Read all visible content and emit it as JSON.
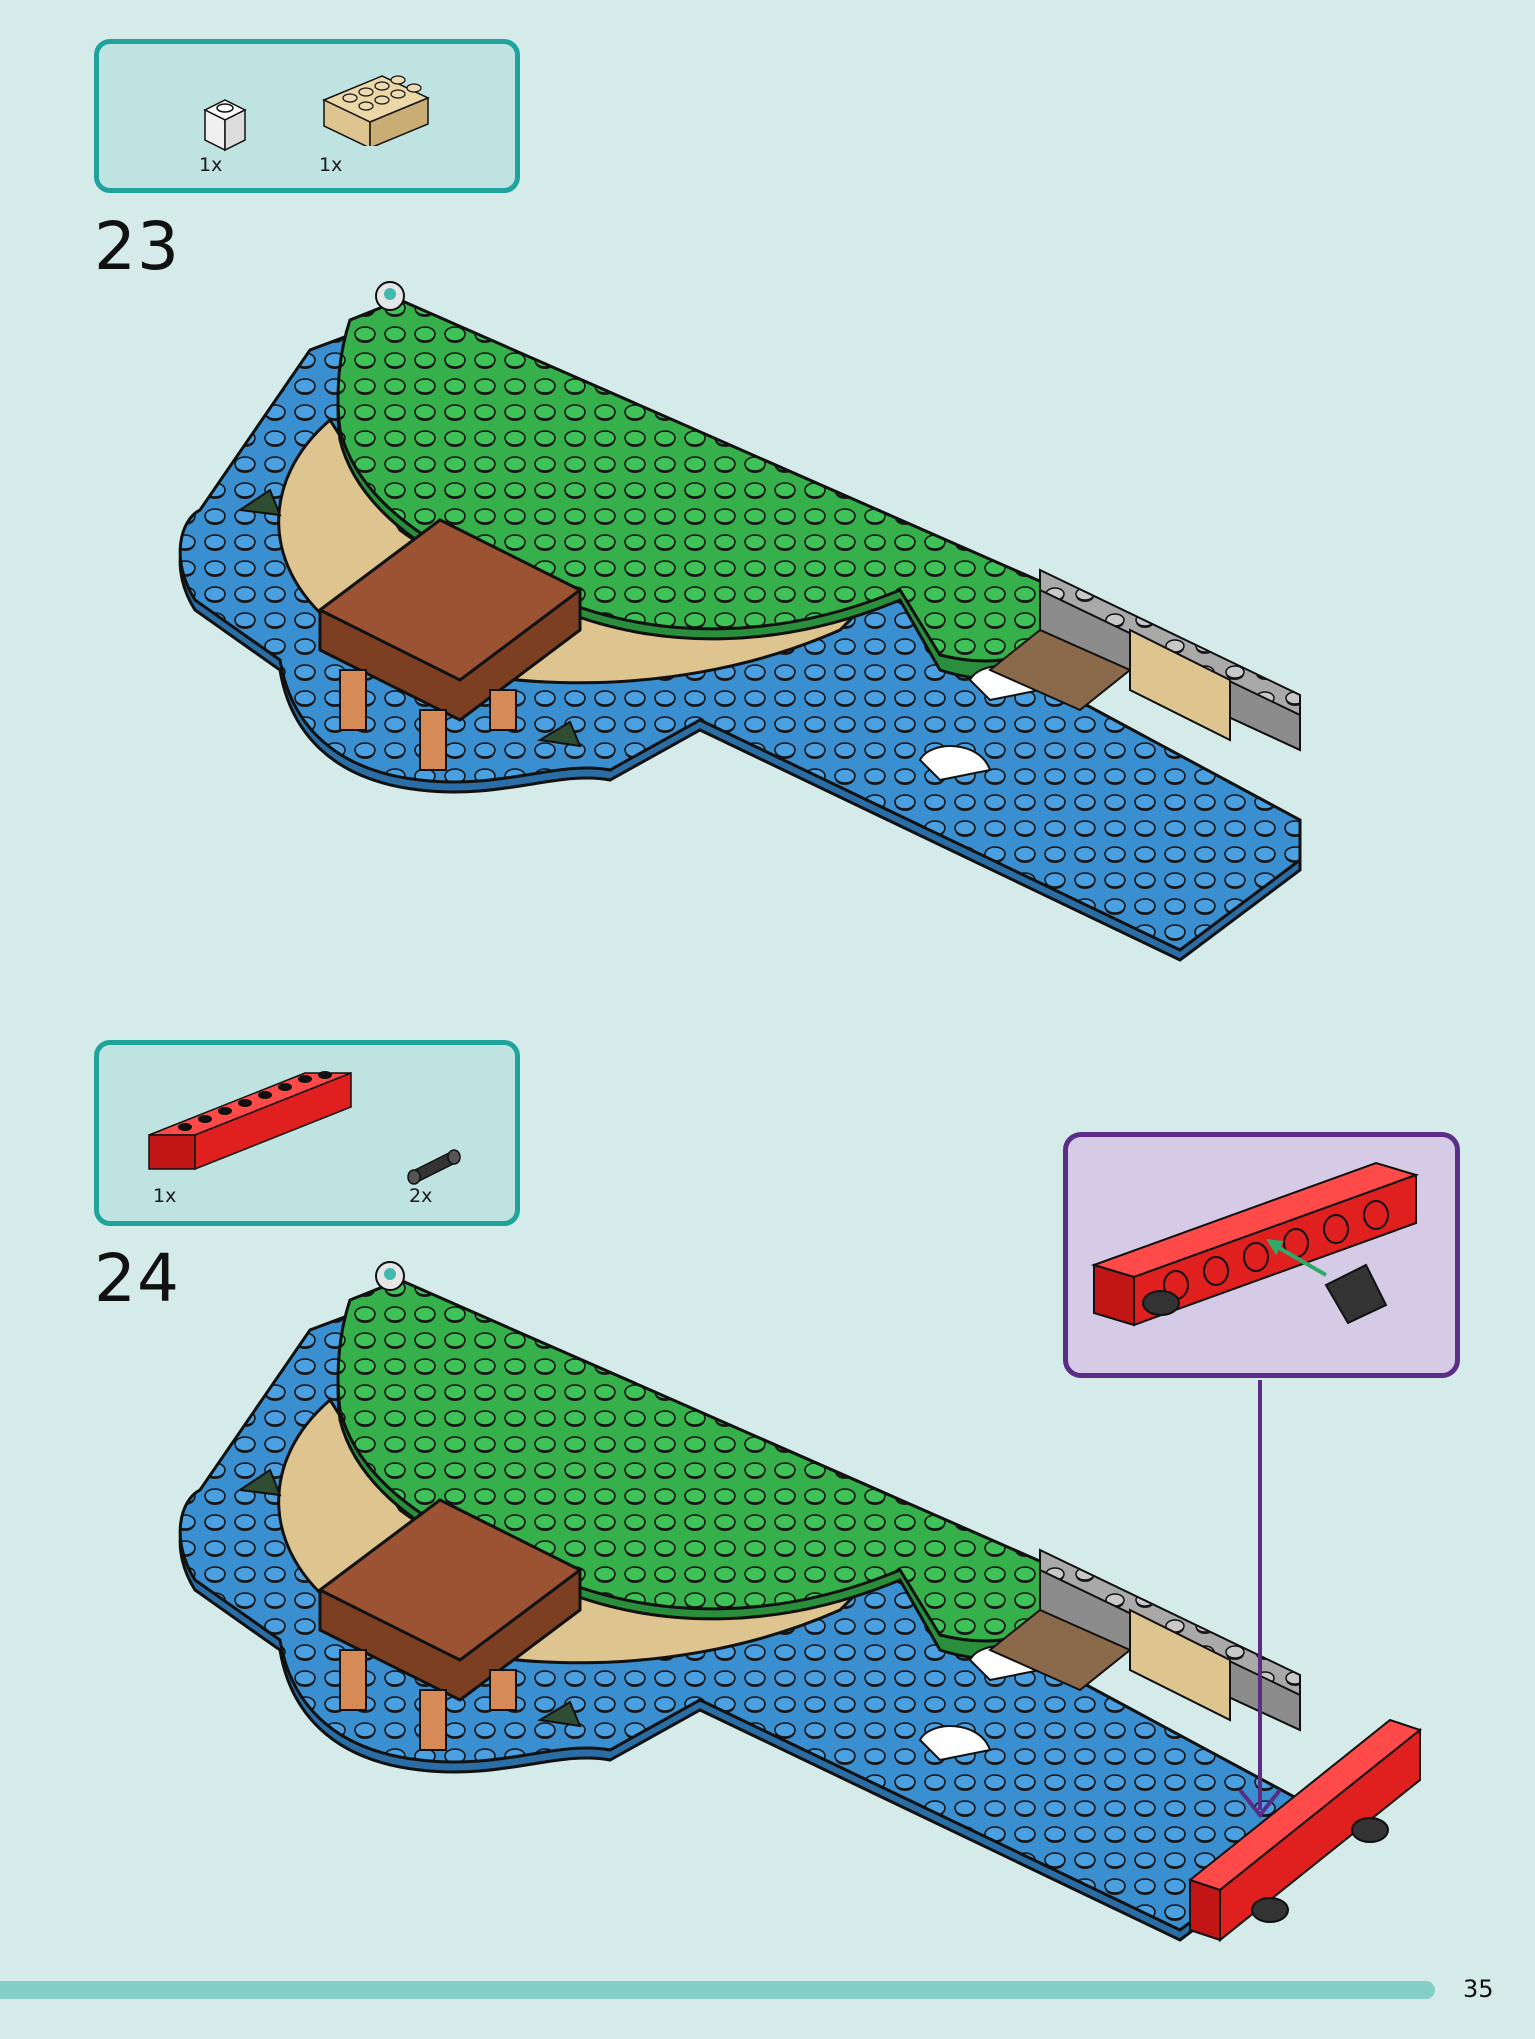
{
  "steps": [
    {
      "number": "23",
      "parts": [
        {
          "name": "white-1x1-brick",
          "qty": "1x"
        },
        {
          "name": "tan-2x4-brick",
          "qty": "1x"
        }
      ]
    },
    {
      "number": "24",
      "parts": [
        {
          "name": "red-1x8-technic-brick",
          "qty": "1x"
        },
        {
          "name": "black-technic-pin",
          "qty": "2x"
        }
      ]
    }
  ],
  "page_number": "35",
  "colors": {
    "background": "#d4ebe9",
    "parts_box_border": "#1fa39b",
    "callout_border": "#5b2d86",
    "green": "#35b04a",
    "blue": "#3a8fd0",
    "tan": "#dec48f",
    "brown": "#9c5333",
    "red": "#e01f1f"
  }
}
